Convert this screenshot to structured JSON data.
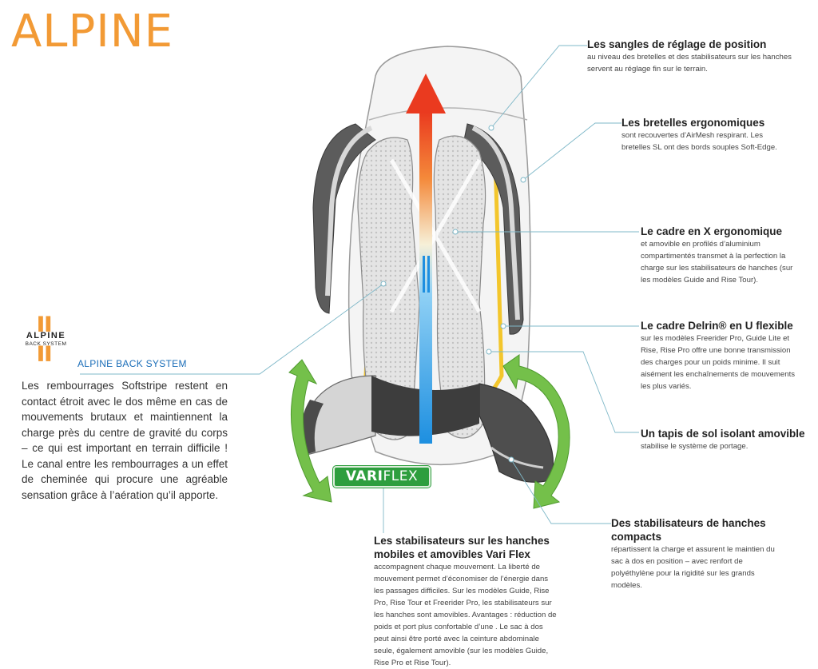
{
  "title": "ALPINE",
  "logo": {
    "bars": "▌▌",
    "word": "ALPINE",
    "sub": "BACK SYSTEM"
  },
  "back_system": {
    "label": "ALPINE BACK SYSTEM",
    "text": "Les rembourrages Softstripe restent en contact étroit avec le dos même en cas de mouvements brutaux et maintiennent la charge près du centre de gravité du corps – ce qui est important en terrain difficile ! Le canal  entre les rembourrages a un effet de cheminée qui procure une agréable sensation grâce à l’aération qu’il apporte."
  },
  "variflex": {
    "a": "VARI",
    "b": "FLEX"
  },
  "callouts": [
    {
      "title": "Les sangles de réglage de position",
      "text": "au niveau des bretelles et des stabilisateurs sur les hanches servent au réglage fin sur le terrain."
    },
    {
      "title": "Les bretelles ergonomiques",
      "text": "sont recouvertes d’AirMesh respirant. Les bretelles SL ont des bords souples Soft-Edge."
    },
    {
      "title": "Le cadre en X ergonomique",
      "text": "et amovible en profilés d’aluminium compartimentés  transmet à la perfection la charge sur les stabilisateurs de hanches (sur les modèles Guide and Rise Tour)."
    },
    {
      "title": "Le cadre Delrin® en U flexible",
      "text": "sur les modèles Freerider Pro, Guide Lite et Rise, Rise Pro offre une bonne transmission des charges pour un poids minime. Il suit aisément les enchaînements de mouvements les plus variés."
    },
    {
      "title": "Un tapis de sol isolant amovible",
      "text": "stabilise le système de portage."
    },
    {
      "title": "Des stabilisateurs de hanches compacts",
      "text": "répartissent la charge et assurent le maintien du sac à dos en position – avec renfort de polyéthylène pour la rigidité sur les grands modèles."
    },
    {
      "title": "Les stabilisateurs sur les hanches mobiles et amovibles Vari Flex",
      "text": "accompagnent chaque mouvement. La liberté de mouvement permet d’économiser de l’énergie dans les passages difficiles. Sur les modèles Guide, Rise Pro, Rise Tour et Freerider Pro, les stabilisateurs sur les hanches sont amovibles. Avantages : réduction de poids et port plus confortable d’une . Le sac à dos peut ainsi être porté avec la ceinture abdominale seule, également amovible (sur les modèles Guide, Rise Pro et Rise Tour)."
    }
  ],
  "colors": {
    "accent": "#f29a35",
    "link": "#1a6db8",
    "green": "#2e9e3e",
    "leader": "#7fb8c8"
  }
}
